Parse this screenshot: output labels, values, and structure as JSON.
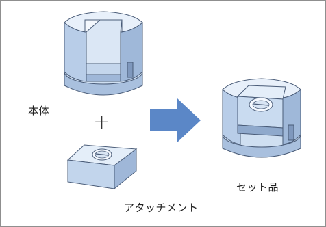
{
  "labels": {
    "body": "本体",
    "plus": "+",
    "attachment": "アタッチメント",
    "assembled": "セット品"
  },
  "colors": {
    "part_light": "#e4eef9",
    "part_mid": "#bcd0e8",
    "part_dark": "#8fa9cc",
    "edge": "#4a5c78",
    "arrow": "#5b87c7"
  }
}
